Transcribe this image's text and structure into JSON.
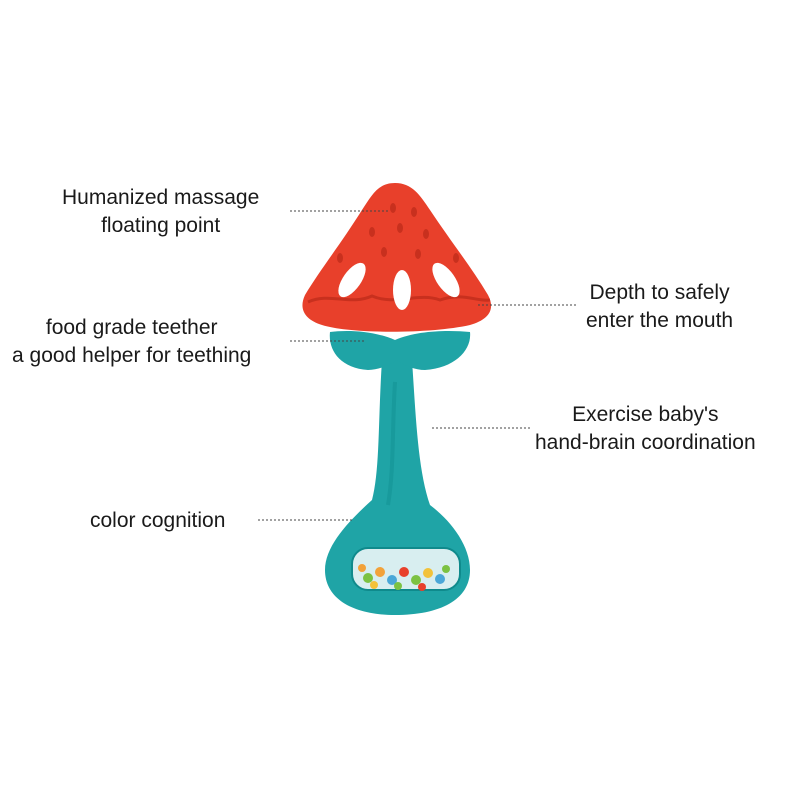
{
  "annotations": {
    "massage": [
      "Humanized massage",
      "floating point"
    ],
    "teether": [
      "food grade teether",
      "a good helper for teething"
    ],
    "depth": [
      "Depth to safely",
      "enter the mouth"
    ],
    "exercise": [
      "Exercise baby's",
      "hand-brain coordination"
    ],
    "color": [
      "color cognition"
    ]
  },
  "colors": {
    "teether_red": "#e8402b",
    "teether_dark": "#c8301e",
    "handle_teal": "#1fa4a6",
    "handle_dark": "#0f8a8c",
    "leader_line": "#444444"
  },
  "icons": {
    "product": "strawberry-teether-rattle-image"
  }
}
